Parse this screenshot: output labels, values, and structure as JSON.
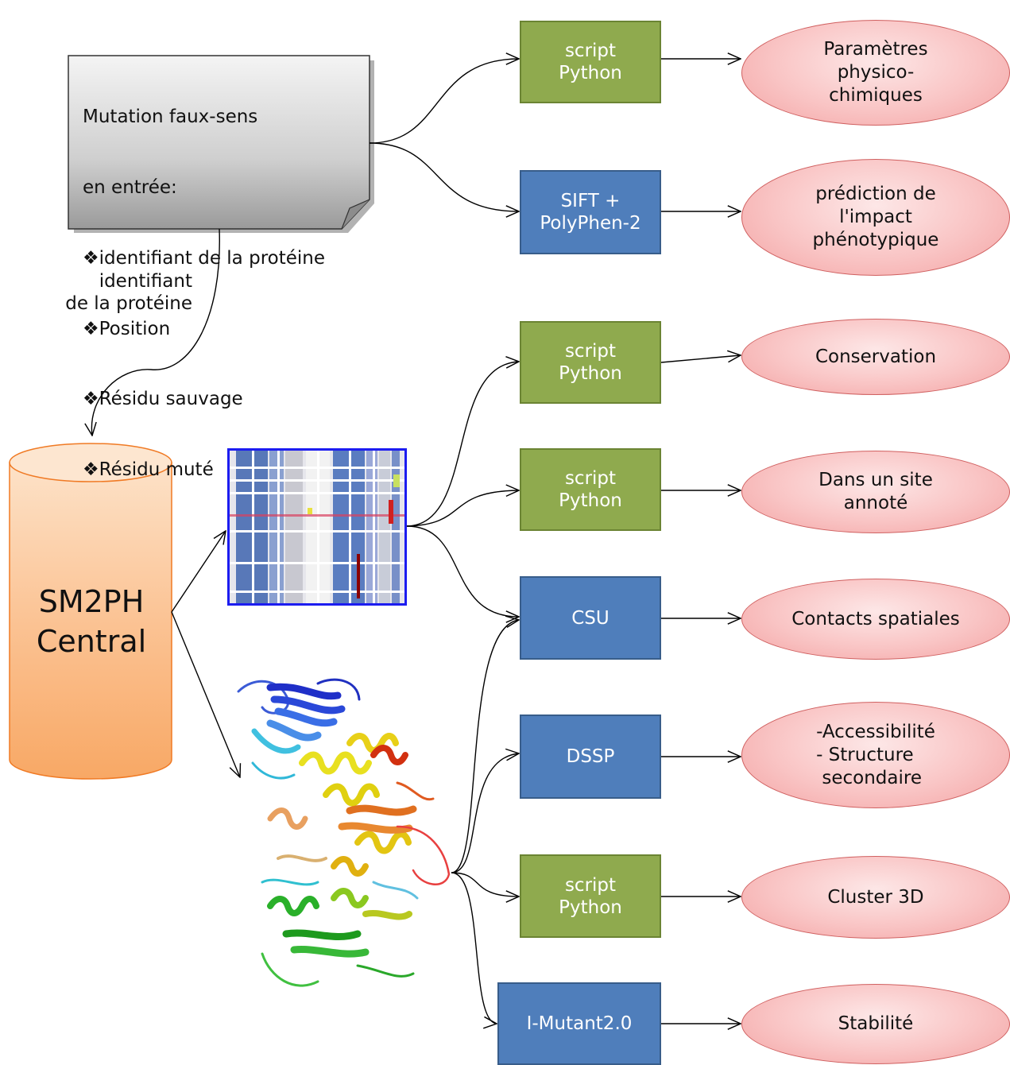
{
  "input": {
    "lines": [
      "Mutation faux-sens",
      "en entrée:",
      "❖identifiant de la protéine",
      "❖Position",
      "❖Résidu sauvage",
      "❖Résidu muté"
    ]
  },
  "edge_label": "identifiant\nde la protéine",
  "database": {
    "label": "SM2PH\nCentral"
  },
  "tools": [
    {
      "id": "tool-1",
      "label": "script\nPython",
      "color": "#8faa4e"
    },
    {
      "id": "tool-2",
      "label": "SIFT +\nPolyPhen-2",
      "color": "#4f7ebb"
    },
    {
      "id": "tool-3",
      "label": "script\nPython",
      "color": "#8faa4e"
    },
    {
      "id": "tool-4",
      "label": "script\nPython",
      "color": "#8faa4e"
    },
    {
      "id": "tool-5",
      "label": "CSU",
      "color": "#4f7ebb"
    },
    {
      "id": "tool-6",
      "label": "DSSP",
      "color": "#4f7ebb"
    },
    {
      "id": "tool-7",
      "label": "script\nPython",
      "color": "#8faa4e"
    },
    {
      "id": "tool-8",
      "label": "I-Mutant2.0",
      "color": "#4f7ebb"
    }
  ],
  "results": [
    {
      "id": "result-1",
      "label": "Paramètres\nphysico-\nchimiques"
    },
    {
      "id": "result-2",
      "label": "prédiction de\nl'impact\nphénotypique"
    },
    {
      "id": "result-3",
      "label": "Conservation"
    },
    {
      "id": "result-4",
      "label": "Dans un site\nannoté"
    },
    {
      "id": "result-5",
      "label": "Contacts spatiales"
    },
    {
      "id": "result-6",
      "label": "-Accessibilité\n- Structure\n secondaire"
    },
    {
      "id": "result-7",
      "label": "Cluster 3D"
    },
    {
      "id": "result-8",
      "label": "Stabilité"
    }
  ],
  "colors": {
    "green_box": "#8faa4e",
    "blue_box": "#4f7ebb",
    "result_fill": "#f9c4c4",
    "database_fill": "#fbc08f",
    "alignment_frame": "#1c1cf0"
  },
  "icons": {
    "alignment": "multiple-sequence-alignment-image",
    "structure": "protein-3d-structure-image",
    "database": "database-cylinder-icon",
    "input": "document-note-icon"
  }
}
